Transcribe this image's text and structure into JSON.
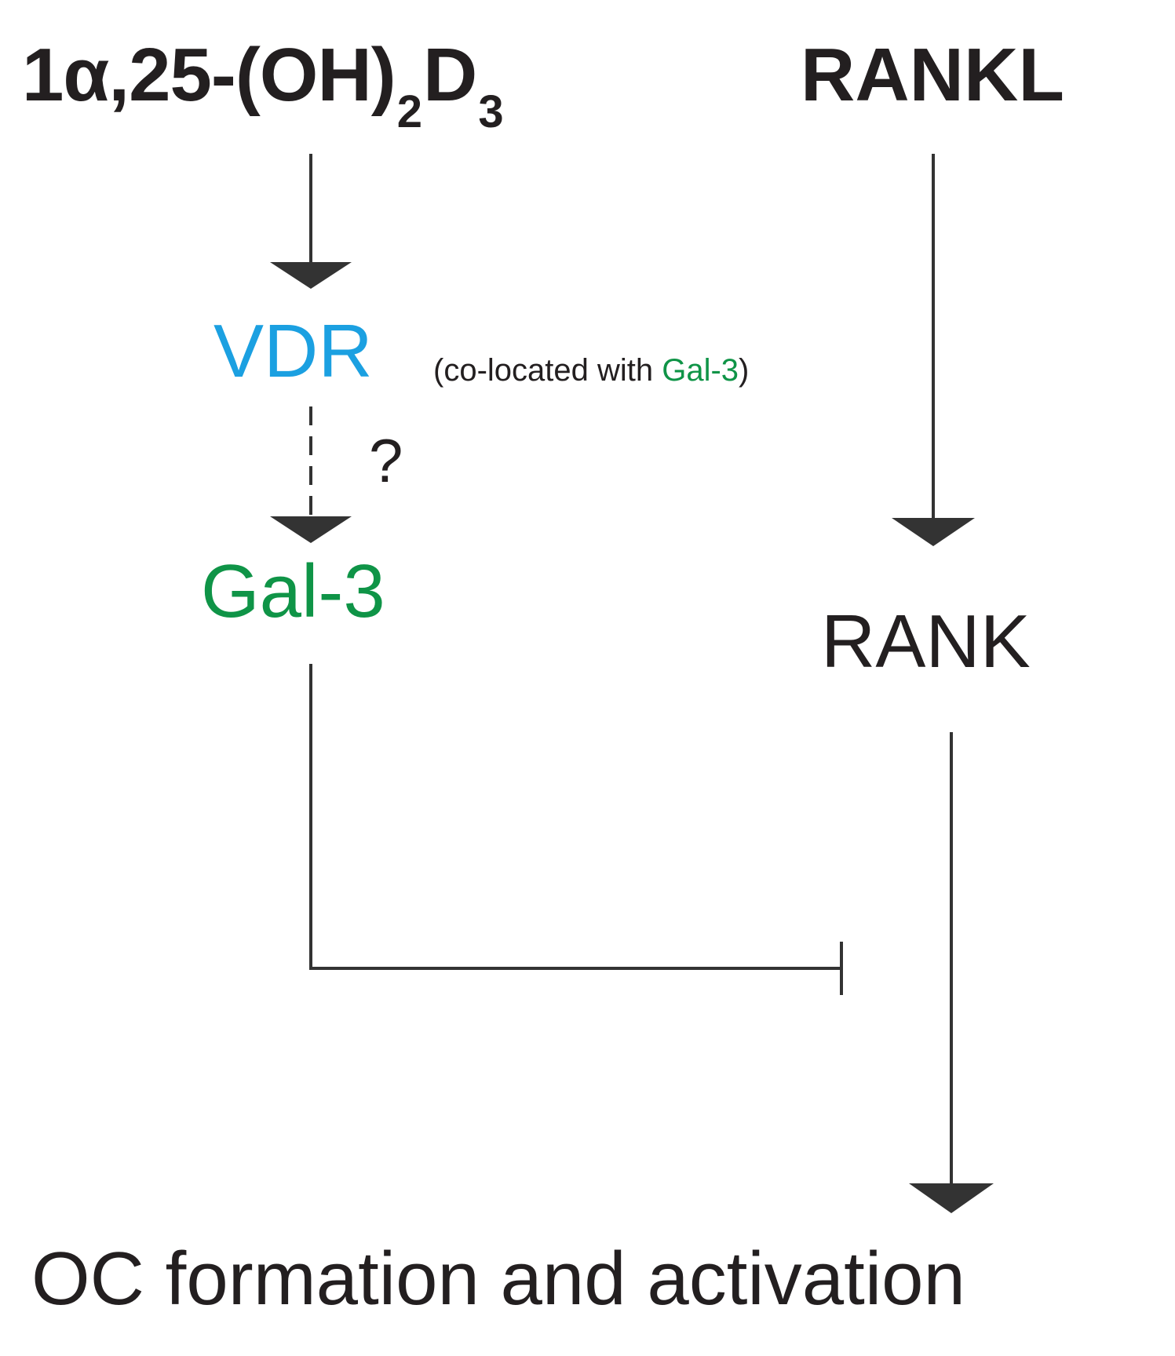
{
  "diagram": {
    "nodes": {
      "vitamin_d": {
        "main": "1α,25-(OH)",
        "sub1": "2",
        "mid": "D",
        "sub2": "3"
      },
      "rankl": "RANKL",
      "vdr": "VDR",
      "vdr_note": {
        "open": "(co-located with ",
        "highlight": "Gal-3",
        "close": ")"
      },
      "question": "?",
      "gal3": "Gal-3",
      "rank": "RANK",
      "outcome": "OC formation and activation"
    },
    "colors": {
      "vdr": "#1ba0e1",
      "gal3": "#0f9447",
      "lines": "#333333",
      "text": "#231f20"
    },
    "edges": [
      {
        "from": "vitamin_d",
        "to": "vdr",
        "kind": "activation"
      },
      {
        "from": "vdr",
        "to": "gal3",
        "kind": "uncertain-activation"
      },
      {
        "from": "rankl",
        "to": "rank",
        "kind": "activation"
      },
      {
        "from": "rank",
        "to": "outcome",
        "kind": "activation"
      },
      {
        "from": "gal3",
        "to": "rank-outcome-edge",
        "kind": "inhibition"
      }
    ]
  }
}
